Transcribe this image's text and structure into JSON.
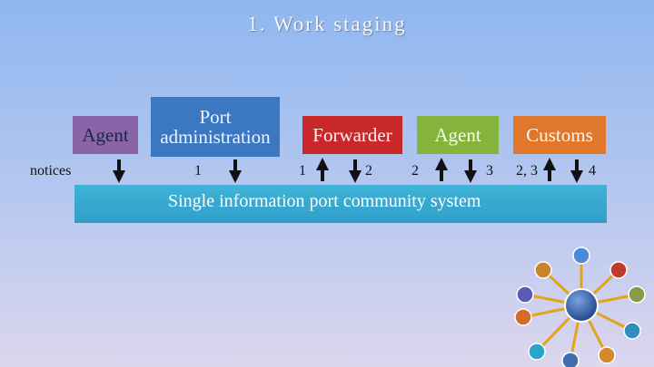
{
  "title": "1. Work staging",
  "boxes": {
    "agent_left": "Agent",
    "port_administration": "Port administration",
    "forwarder": "Forwarder",
    "agent_right": "Agent",
    "customs": "Customs"
  },
  "labels": {
    "notices": "notices",
    "port_num": "1",
    "forwarder_left": "1",
    "forwarder_right": "2",
    "agent_left": "2",
    "agent_right": "3",
    "customs_left": "2, 3",
    "customs_right": "4"
  },
  "bar_text": "Single information port community system",
  "colors": {
    "agent_left": "#8a64a8",
    "port": "#3a78c2",
    "forwarder": "#c8282a",
    "agent_right": "#85b43c",
    "customs": "#e0772a",
    "bar": "#36a9d0"
  },
  "arrows": [
    {
      "name": "arrow-agent-down",
      "direction": "down"
    },
    {
      "name": "arrow-port-down",
      "direction": "down"
    },
    {
      "name": "arrow-forwarder-up",
      "direction": "up"
    },
    {
      "name": "arrow-forwarder-down",
      "direction": "down"
    },
    {
      "name": "arrow-agent2-up",
      "direction": "up"
    },
    {
      "name": "arrow-agent2-down",
      "direction": "down"
    },
    {
      "name": "arrow-customs-up",
      "direction": "up"
    },
    {
      "name": "arrow-customs-down",
      "direction": "down"
    }
  ],
  "hub_graphic": "network-hub-icon"
}
